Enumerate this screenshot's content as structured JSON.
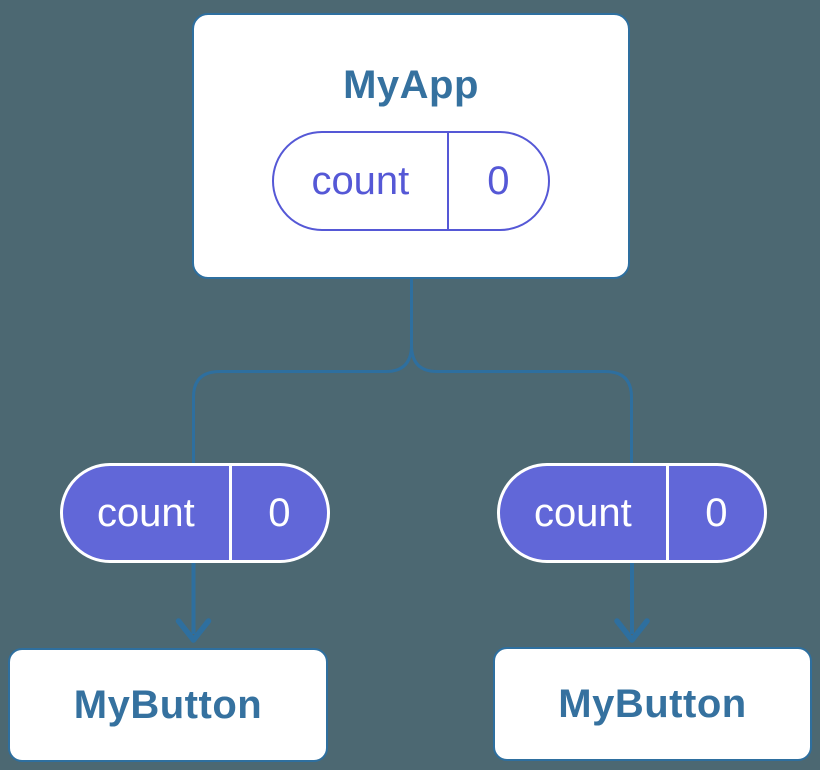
{
  "colors": {
    "background": "#4C6872",
    "connector": "#2E6F9F",
    "node_border": "#2E6F9F",
    "node_text": "#35719F",
    "state_purple": "#5558D6",
    "state_fill": "#6167D8",
    "node_bg": "#FFFFFF",
    "state_text_light": "#FFFFFF"
  },
  "nodes": {
    "root": {
      "title": "MyApp",
      "state": {
        "label": "count",
        "value": "0"
      }
    },
    "left_state": {
      "label": "count",
      "value": "0"
    },
    "right_state": {
      "label": "count",
      "value": "0"
    },
    "left_child": {
      "title": "MyButton"
    },
    "right_child": {
      "title": "MyButton"
    }
  }
}
